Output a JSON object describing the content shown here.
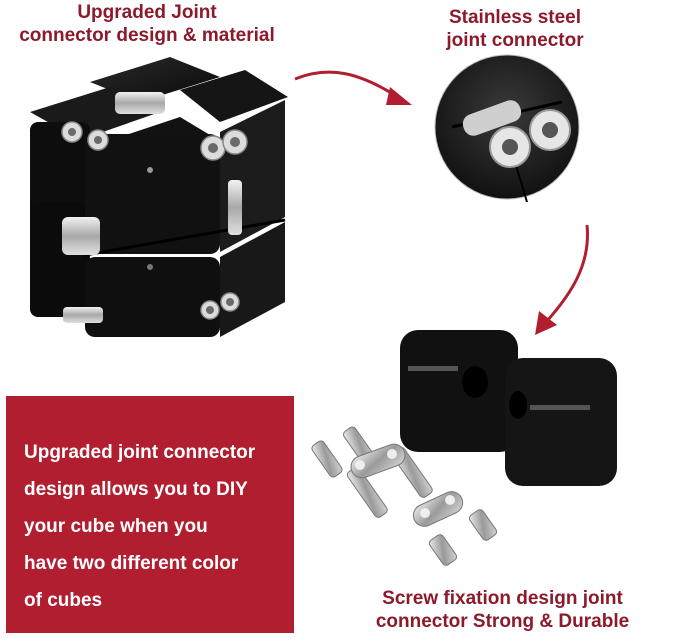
{
  "colors": {
    "heading_text": "#8b1a2b",
    "panel_background": "#b01e30",
    "panel_text": "#ffffff",
    "arrow": "#b01e30",
    "cube_body": "#0e0e0e",
    "metal": "#c9c9c9"
  },
  "callouts": {
    "top_left": {
      "line1": "Upgraded Joint",
      "line2": "connector design & material"
    },
    "top_right": {
      "line1": "Stainless steel",
      "line2": "joint connector"
    },
    "bottom_right": {
      "line1": "Screw fixation design joint",
      "line2": "connector Strong & Durable"
    }
  },
  "panel": {
    "lines": [
      "Upgraded joint connector",
      "design allows you to DIY",
      "your cube when you",
      "have two different color",
      "of cubes"
    ]
  },
  "images": {
    "assembled_cube": "black infinity cube with stainless steel joint connectors",
    "closeup": "circular close-up of stainless steel hex screws on joint",
    "exploded": "two separated black cube blocks with screws and link plates"
  },
  "icons": {
    "arrow_1": "curved-arrow-right",
    "arrow_2": "curved-arrow-down"
  }
}
